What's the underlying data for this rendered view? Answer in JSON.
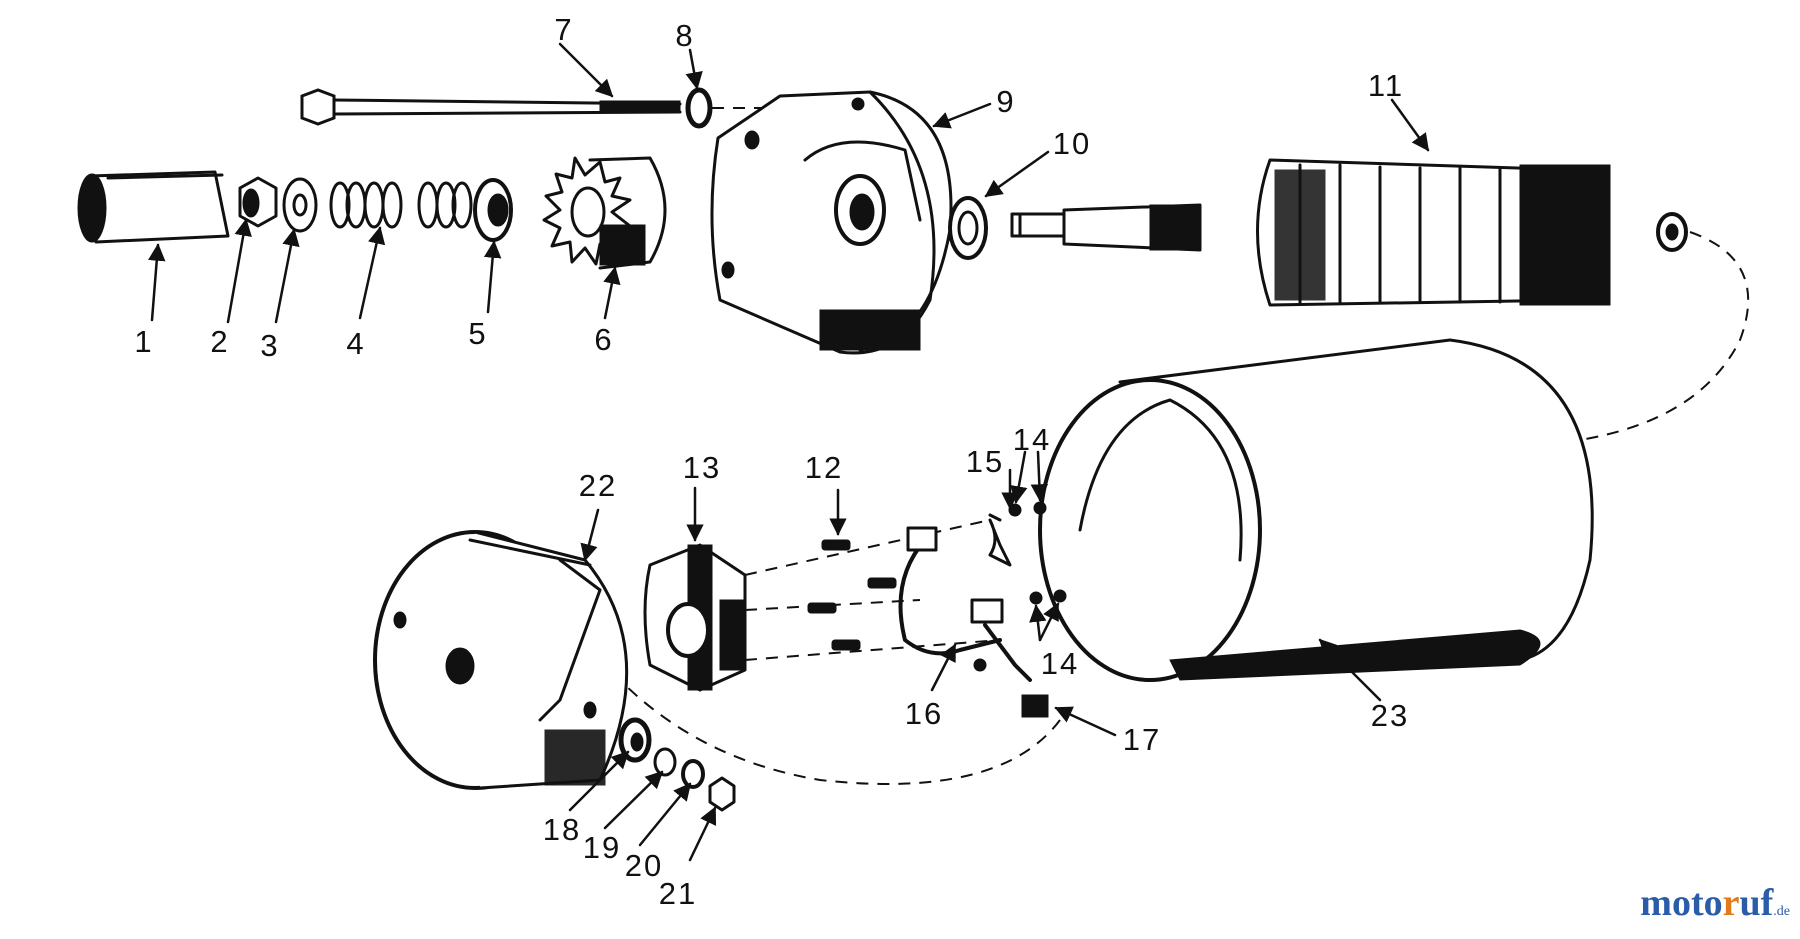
{
  "parts": [
    {
      "id": "part-1",
      "label": "1"
    },
    {
      "id": "part-2",
      "label": "2"
    },
    {
      "id": "part-3",
      "label": "3"
    },
    {
      "id": "part-4",
      "label": "4"
    },
    {
      "id": "part-5",
      "label": "5"
    },
    {
      "id": "part-6",
      "label": "6"
    },
    {
      "id": "part-7",
      "label": "7"
    },
    {
      "id": "part-8",
      "label": "8"
    },
    {
      "id": "part-9",
      "label": "9"
    },
    {
      "id": "part-10",
      "label": "10"
    },
    {
      "id": "part-11",
      "label": "11"
    },
    {
      "id": "part-12",
      "label": "12"
    },
    {
      "id": "part-13",
      "label": "13"
    },
    {
      "id": "part-14a",
      "label": "14"
    },
    {
      "id": "part-14b",
      "label": "14"
    },
    {
      "id": "part-15",
      "label": "15"
    },
    {
      "id": "part-16",
      "label": "16"
    },
    {
      "id": "part-17",
      "label": "17"
    },
    {
      "id": "part-18",
      "label": "18"
    },
    {
      "id": "part-19",
      "label": "19"
    },
    {
      "id": "part-20",
      "label": "20"
    },
    {
      "id": "part-21",
      "label": "21"
    },
    {
      "id": "part-22",
      "label": "22"
    },
    {
      "id": "part-23",
      "label": "23"
    }
  ],
  "watermark": {
    "brand_a": "moto",
    "brand_b": "r",
    "brand_c": "uf",
    "tld": ".de"
  },
  "colors": {
    "ink": "#111111",
    "watermark_blue": "#2a5caa",
    "watermark_orange": "#e07a1a"
  }
}
